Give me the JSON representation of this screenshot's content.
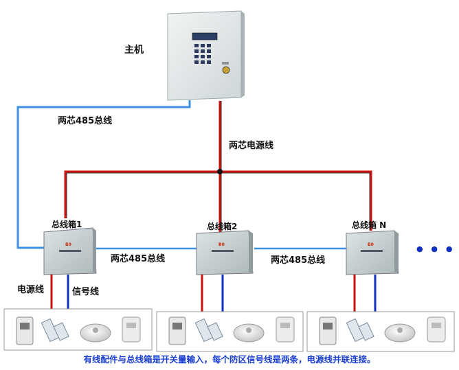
{
  "labels": {
    "host": "主机",
    "bus485_top": "两芯485总线",
    "power_line_2core": "两芯电源线",
    "box1": "总线箱1",
    "box2": "总线箱2",
    "boxN": "总线箱 N",
    "bus485_mid1": "两芯485总线",
    "bus485_mid2": "两芯485总线",
    "power_line": "电源线",
    "signal_line": "信号线",
    "ellipsis": "● ● ●"
  },
  "caption": "有线配件与总线箱是开关量输入，每个防区信号线是两条，电源线并联连接。",
  "colors": {
    "power_wire": "#cc0000",
    "signal_wire": "#1030c0",
    "bus485": "#3d8fe0",
    "caption": "#1a3fd0",
    "box_fill": "#c9d3d3"
  },
  "icons": [
    "pir-detector-icon",
    "magnetic-contact-icon",
    "smoke-detector-icon",
    "gas-detector-icon"
  ]
}
